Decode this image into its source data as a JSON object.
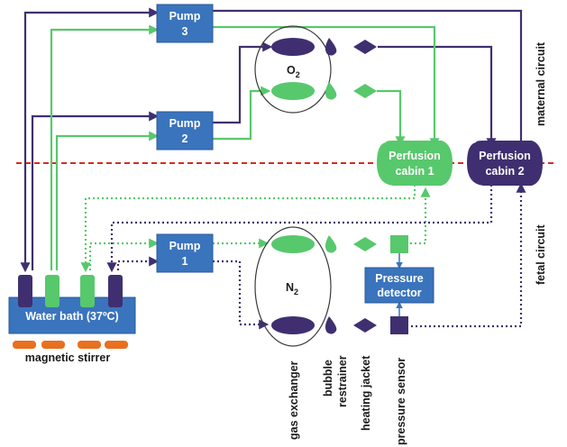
{
  "pumps": {
    "pump3": [
      "Pump",
      "3"
    ],
    "pump2": [
      "Pump",
      "2"
    ],
    "pump1": [
      "Pump",
      "1"
    ]
  },
  "gases": {
    "o2_main": "O",
    "o2_sub": "2",
    "n2_main": "N",
    "n2_sub": "2"
  },
  "cabins": {
    "cabin1": [
      "Perfusion",
      "cabin 1"
    ],
    "cabin2": [
      "Perfusion",
      "cabin 2"
    ]
  },
  "pressure_detector": [
    "Pressure",
    "detector"
  ],
  "water_bath": "Water bath (37ºC)",
  "magnetic_stirrer": "magnetic stirrer",
  "circuits": {
    "maternal": "maternal circuit",
    "fetal": "fetal circuit"
  },
  "component_labels": {
    "gas_exchanger": "gas exchanger",
    "bubble": "bubble",
    "restrainer": "restrainer",
    "heating_jacket": "heating jacket",
    "pressure_sensor": "pressure sensor"
  },
  "colors": {
    "blue": "#3a74bd",
    "green": "#58c86c",
    "purple": "#3f2f70",
    "orange": "#e8701f",
    "divider": "#d42b20"
  }
}
